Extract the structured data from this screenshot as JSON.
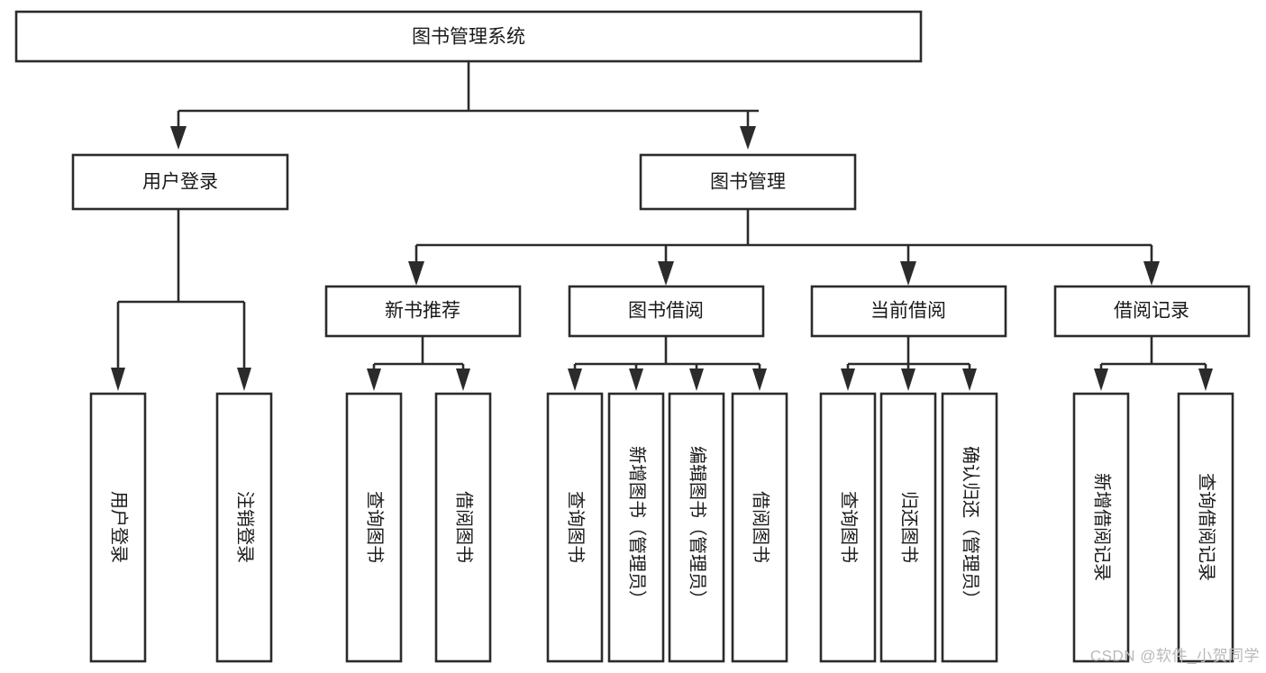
{
  "diagram": {
    "type": "tree-hierarchy",
    "title": "图书管理系统",
    "watermark": "CSDN @软件_小贺同学",
    "colors": {
      "stroke": "#2b2b2b",
      "fill": "#ffffff",
      "text": "#1a1a1a",
      "watermark": "#b9b9b9",
      "background": "#ffffff"
    },
    "levels": {
      "root": {
        "label": "图书管理系统"
      },
      "level2": [
        {
          "label": "用户登录"
        },
        {
          "label": "图书管理"
        }
      ],
      "level3": [
        {
          "label": "新书推荐"
        },
        {
          "label": "图书借阅"
        },
        {
          "label": "当前借阅"
        },
        {
          "label": "借阅记录"
        }
      ],
      "leaves": [
        {
          "label": "用户登录",
          "parent": "用户登录"
        },
        {
          "label": "注销登录",
          "parent": "用户登录"
        },
        {
          "label": "查询图书",
          "parent": "新书推荐"
        },
        {
          "label": "借阅图书",
          "parent": "新书推荐"
        },
        {
          "label": "查询图书",
          "parent": "图书借阅"
        },
        {
          "label": "新增图书（管理员）",
          "parent": "图书借阅"
        },
        {
          "label": "编辑图书（管理员）",
          "parent": "图书借阅"
        },
        {
          "label": "借阅图书",
          "parent": "图书借阅"
        },
        {
          "label": "查询图书",
          "parent": "当前借阅"
        },
        {
          "label": "归还图书",
          "parent": "当前借阅"
        },
        {
          "label": "确认归还（管理员）",
          "parent": "当前借阅"
        },
        {
          "label": "新增借阅记录",
          "parent": "借阅记录"
        },
        {
          "label": "查询借阅记录",
          "parent": "借阅记录"
        }
      ]
    },
    "nodes": {
      "root": "图书管理系统",
      "user_login": "用户登录",
      "book_manage": "图书管理",
      "new_book_rec": "新书推荐",
      "book_borrow": "图书借阅",
      "current_borrow": "当前借阅",
      "borrow_record": "借阅记录",
      "leaf_user_login": "用户登录",
      "leaf_logout": "注销登录",
      "leaf_query_book_1": "查询图书",
      "leaf_borrow_book_1": "借阅图书",
      "leaf_query_book_2": "查询图书",
      "leaf_add_book": "新增图书（管理员）",
      "leaf_edit_book": "编辑图书（管理员）",
      "leaf_borrow_book_2": "借阅图书",
      "leaf_query_book_3": "查询图书",
      "leaf_return_book": "归还图书",
      "leaf_confirm_return": "确认归还（管理员）",
      "leaf_add_record": "新增借阅记录",
      "leaf_query_record": "查询借阅记录"
    }
  }
}
